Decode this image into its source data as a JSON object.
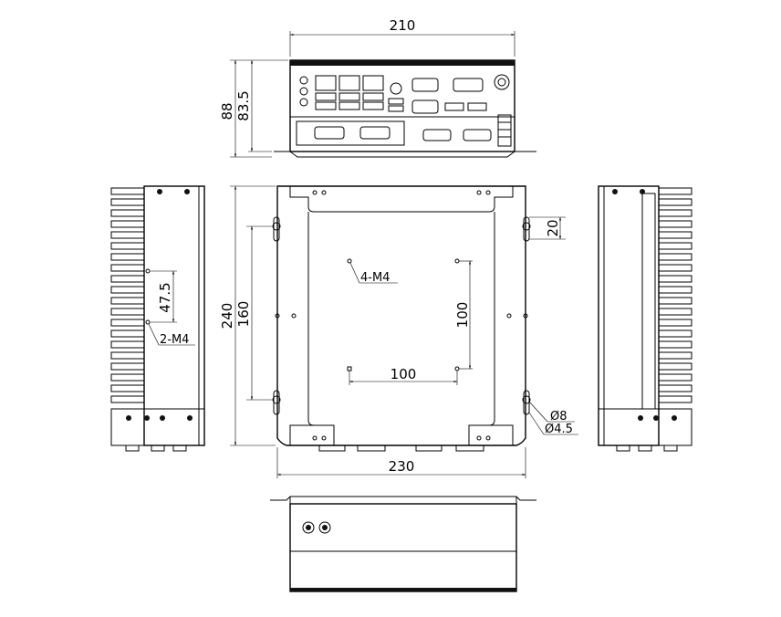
{
  "dimensions": {
    "front_width": "210",
    "front_height_total": "88",
    "front_height_body": "83.5",
    "side_hole_spacing": "47.5",
    "side_screw": "2-M4",
    "overall_height": "240",
    "bracket_slot_spacing": "160",
    "top_screw": "4-M4",
    "vesa_vertical": "100",
    "vesa_horizontal": "100",
    "slot_length": "20",
    "slot_large_dia": "Ø8",
    "slot_small_dia": "Ø4.5",
    "overall_width": "230"
  }
}
